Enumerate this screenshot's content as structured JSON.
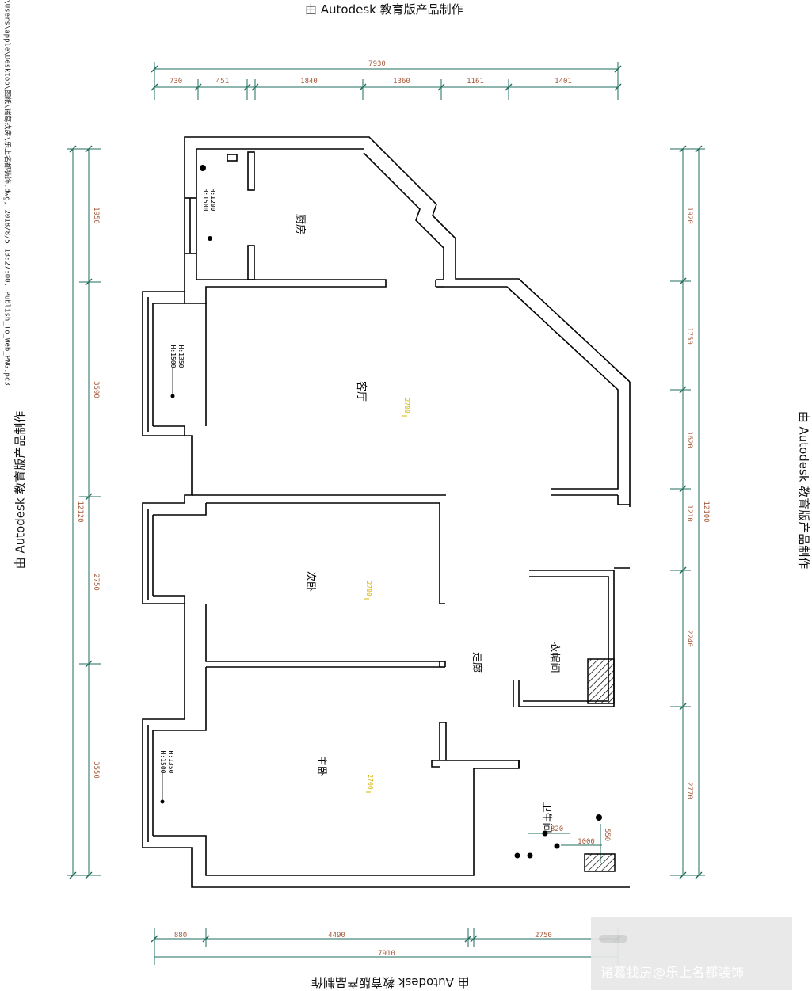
{
  "watermark": {
    "text": "由 Autodesk 教育版产品制作"
  },
  "file_path": "C:\\Users\\apple\\Desktop\\图纸\\诸葛找房\\乐上名都装饰.dwg, 2018/8/5 13:27:00, Publish_To_Web_PNG.pc3",
  "rooms": {
    "kitchen": "厨房",
    "living": "客厅",
    "second_bedroom": "次卧",
    "corridor": "走廊",
    "cloakroom": "衣帽间",
    "master_bedroom": "主卧",
    "bathroom": "卫生间"
  },
  "dims": {
    "top_total": "7930",
    "top_segments": [
      "730",
      "451",
      "1840",
      "1360",
      "1161",
      "1401"
    ],
    "bottom_total": "7910",
    "bottom_segments": [
      "880",
      "4490",
      "2750"
    ],
    "left_total": "12120",
    "left_segments": [
      "1950",
      "3590",
      "2750",
      "3550"
    ],
    "right_total": "12100",
    "right_segments": [
      "1920",
      "1750",
      "1620",
      "1210",
      "2240",
      "2770"
    ],
    "bath_a": "820",
    "bath_b": "1000",
    "bath_c": "550"
  },
  "fixture_notes": {
    "kitchen_note": "H:1200\nH:1500",
    "living_note": "H:1350\nH:1500",
    "master_note": "H:1350\nH:1500"
  },
  "ceiling_marks": {
    "living": "2700",
    "second": "2700",
    "master": "2700"
  },
  "colors": {
    "wall": "#000000",
    "dimension": "#1f6e5c",
    "dim_text": "#a45a3a",
    "ceiling": "#d4b400"
  },
  "brand": {
    "text": "诸葛找房@乐上名都装饰"
  }
}
